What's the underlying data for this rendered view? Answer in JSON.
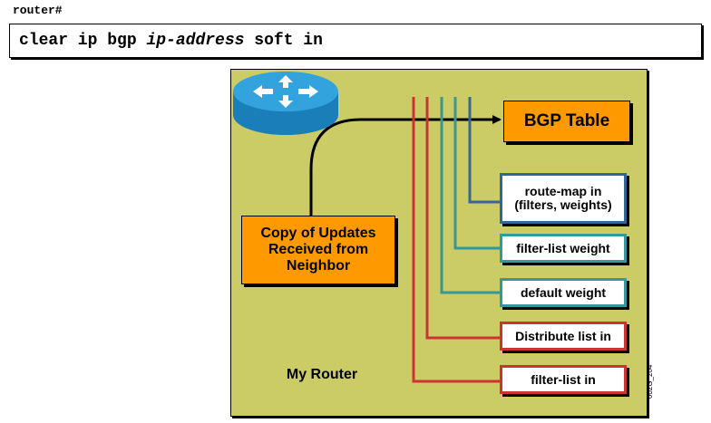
{
  "prompt": "router#",
  "command": {
    "part1": "clear ip bgp ",
    "arg": "ip-address",
    "part2": " soft in"
  },
  "diagram": {
    "bgp_table": "BGP Table",
    "copy_box": "Copy of Updates Received from Neighbor",
    "router_label": "My Router",
    "filters": {
      "route_map_line1": "route-map in",
      "route_map_line2": "(filters, weights)",
      "filter_list_weight": "filter-list weight",
      "default_weight": "default weight",
      "distribute_list": "Distribute list in",
      "filter_list_in": "filter-list in"
    },
    "figure_code": "002G_204"
  },
  "colors": {
    "panel": "#cccc66",
    "orange": "#ff9900",
    "red": "#cc3333",
    "teal": "#339999",
    "blue": "#336699",
    "router": "#1e90c8"
  }
}
